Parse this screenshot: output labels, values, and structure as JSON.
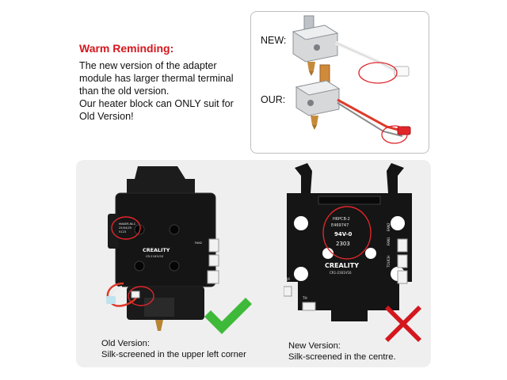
{
  "warning": {
    "title": "Warm Reminding:",
    "lines": [
      "The new version of the adapter",
      "module has larger thermal terminal",
      "than the old version.",
      "Our heater block can ONLY suit for",
      "Old Version!"
    ]
  },
  "comparison": {
    "new_label": "NEW:",
    "our_label": "OUR:"
  },
  "boards": {
    "old": {
      "silk_lines": [
        "MAKER-NI-C",
        "25/04/25",
        "5123"
      ],
      "brand": "CREALITY",
      "model": "CR-2161V10",
      "fan_label": "FAN2",
      "caption_line1": "Old Version:",
      "caption_line2": "Silk-screened in the upper left corner",
      "verdict_icon": "check-icon",
      "verdict_color": "#3fb93a"
    },
    "new": {
      "silk_lines": [
        "H6PCB-2",
        "E469747",
        "94V-0",
        "2303"
      ],
      "brand": "CREALITY",
      "model": "CR1-2161V16",
      "side_labels": [
        "FAN1",
        "FAN2",
        "TOUCH",
        "HEAT",
        "TH",
        "J4"
      ],
      "caption_line1": "New Version:",
      "caption_line2": "Silk-screened in the centre.",
      "verdict_icon": "cross-icon",
      "verdict_color": "#d4171e"
    }
  },
  "colors": {
    "warning_red": "#d4171e",
    "highlight_red": "#e0262b",
    "panel_gray": "#efefef",
    "board_black": "#151515"
  }
}
